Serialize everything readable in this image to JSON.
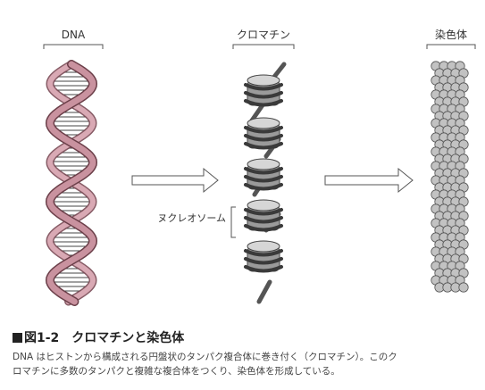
{
  "labels": {
    "dna": "DNA",
    "chromatin": "クロマチン",
    "chromosome": "染色体",
    "nucleosome": "ヌクレオソーム"
  },
  "caption": {
    "figure_number": "図1-2",
    "title": "クロマチンと染色体",
    "line1": "DNA はヒストンから構成される円盤状のタンパク複合体に巻き付く（クロマチン）。このク",
    "line2": "ロマチンに多数のタンパクと複雑な複合体をつくり、染色体を形成している。"
  },
  "colors": {
    "dna_strand": "#c9929f",
    "dna_strand_edge": "#7a4a55",
    "histone": "#8a8a8a",
    "histone_light": "#cfcfcf",
    "chromosome_bead": "#bdbdbd",
    "line": "#555555"
  }
}
